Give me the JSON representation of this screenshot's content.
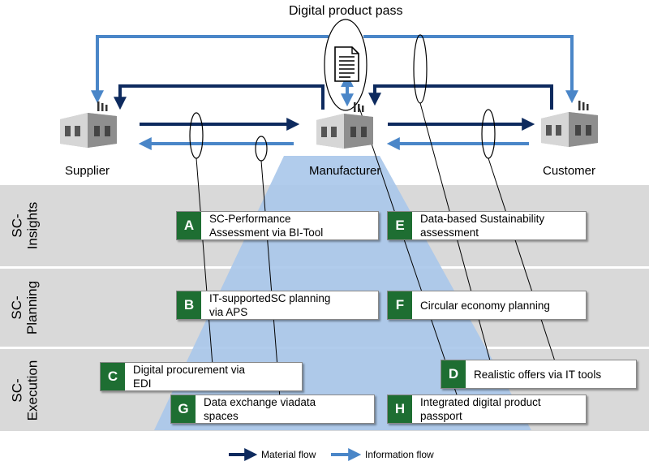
{
  "title": "Digital product pass",
  "nodes": {
    "supplier": "Supplier",
    "manufacturer": "Manufacturer",
    "customer": "Customer"
  },
  "bands": {
    "insights": "SC-\nInsights",
    "planning": "SC-\nPlanning",
    "execution": "SC-\nExecution"
  },
  "boxes": {
    "A": {
      "letter": "A",
      "text": "SC-Performance\nAssessment via BI-Tool"
    },
    "E": {
      "letter": "E",
      "text": "Data-based Sustainability\nassessment"
    },
    "B": {
      "letter": "B",
      "text": "IT-supportedSC planning\nvia APS"
    },
    "F": {
      "letter": "F",
      "text": "Circular economy planning"
    },
    "C": {
      "letter": "C",
      "text": "Digital procurement via\nEDI"
    },
    "D": {
      "letter": "D",
      "text": "Realistic offers via IT tools"
    },
    "G": {
      "letter": "G",
      "text": "Data exchange viadata\nspaces"
    },
    "H": {
      "letter": "H",
      "text": "Integrated digital product\npassport"
    }
  },
  "legend": {
    "material": "Material flow",
    "information": "Information flow"
  },
  "colors": {
    "material_flow": "#0d2a5e",
    "information_flow": "#4a86c8",
    "badge": "#1e6e32",
    "band": "#d9d9d9",
    "funnel": "#a9c6ea"
  }
}
